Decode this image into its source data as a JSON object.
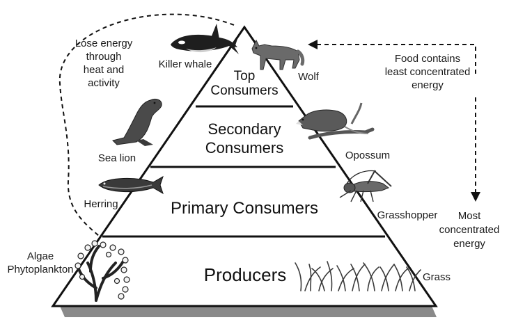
{
  "tiers": {
    "top_line1": "Top",
    "top_line2": "Consumers",
    "secondary_line1": "Secondary",
    "secondary_line2": "Consumers",
    "primary": "Primary Consumers",
    "producers": "Producers"
  },
  "organisms": {
    "killer_whale": "Killer whale",
    "wolf": "Wolf",
    "sea_lion": "Sea lion",
    "opossum": "Opossum",
    "herring": "Herring",
    "grasshopper": "Grasshopper",
    "algae_line1": "Algae",
    "algae_line2": "Phytoplankton",
    "grass": "Grass"
  },
  "annotations": {
    "energy_loss": [
      "Lose energy",
      "through",
      "heat and",
      "activity"
    ],
    "food_least": [
      "Food contains",
      "least concentrated",
      "energy"
    ],
    "most_conc": [
      "Most",
      "concentrated",
      "energy"
    ]
  },
  "colors": {
    "line": "#111111",
    "shadow": "#8a8a8a",
    "animal_dark": "#2a2a2a",
    "animal_mid": "#6a6a6a",
    "animal_light": "#bdbdbd"
  }
}
